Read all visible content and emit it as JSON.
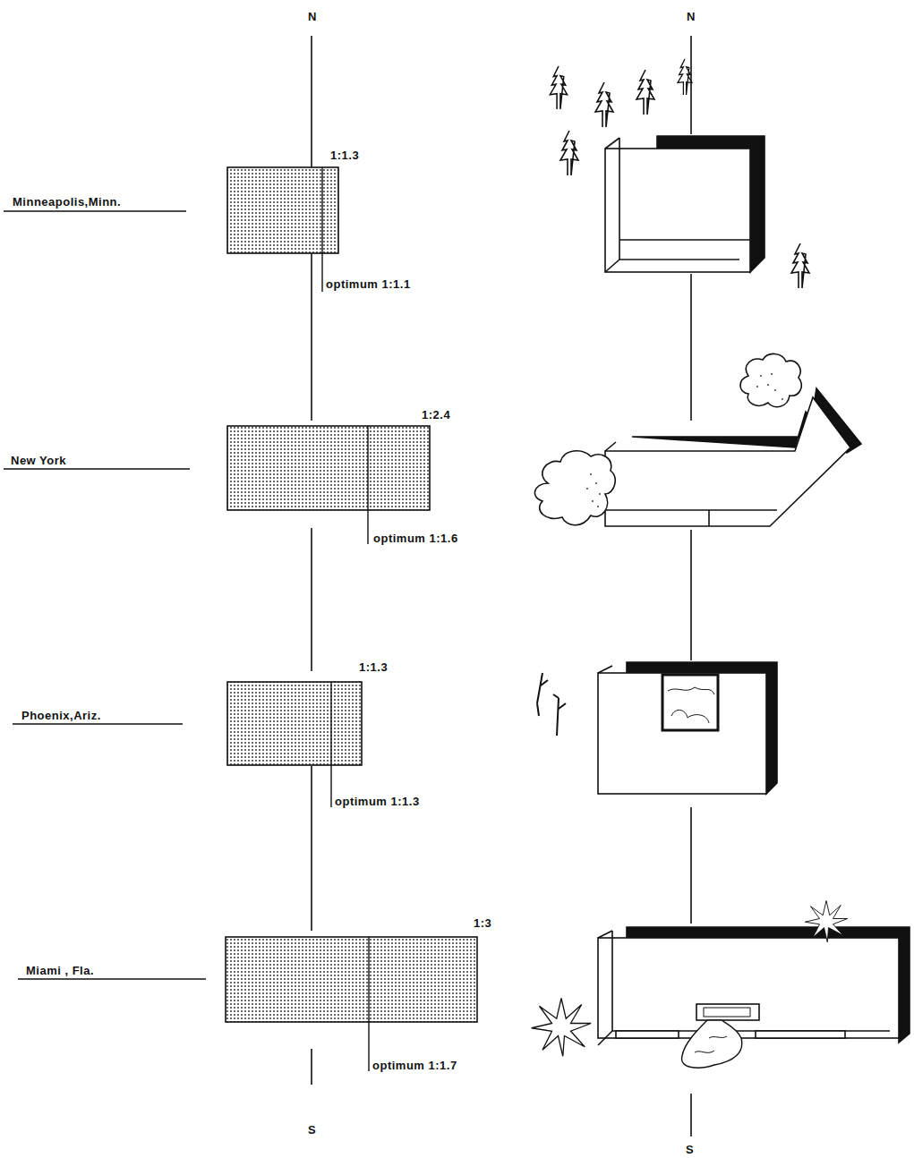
{
  "diagram": {
    "labels": [
      "N",
      "N",
      "Minneapolis,Minn.",
      "1:1.3",
      "optimum 1:1.1",
      "New York",
      "1:2.4",
      "optimum 1:1.6",
      "Phoenix,Ariz.",
      "1:1.3",
      "optimum 1:1.3",
      "Miami , Fla.",
      "1:3",
      "optimum 1:1.7",
      "S",
      "S"
    ]
  }
}
